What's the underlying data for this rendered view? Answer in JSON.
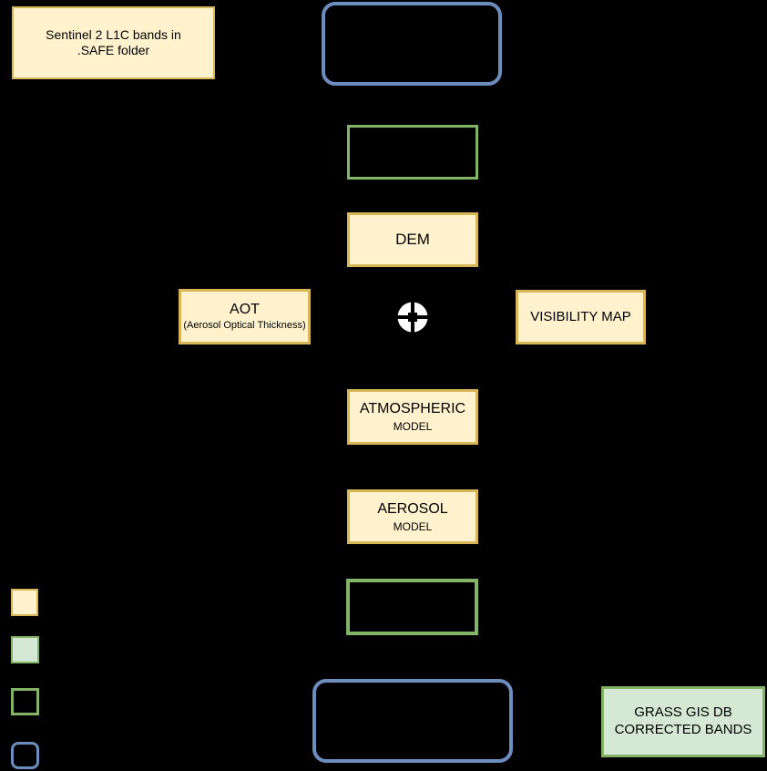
{
  "colors": {
    "background": "#000000",
    "yellow_fill": "#FFF2CC",
    "yellow_stroke": "#D6B656",
    "green_fill": "#D5E8D4",
    "green_stroke": "#82B366",
    "blue_stroke": "#6C8EBF",
    "text": "#000000",
    "cursor_icon": "#FFFFFF"
  },
  "nodes": {
    "sentinel": {
      "lines": [
        "Sentinel 2 L1C bands in",
        ".SAFE folder"
      ]
    },
    "dem": {
      "label": "DEM"
    },
    "aot": {
      "title": "AOT",
      "subtitle": "(Aerosol Optical Thickness)"
    },
    "visibility": {
      "label": "VISIBILITY MAP"
    },
    "atmospheric": {
      "title": "ATMOSPHERIC",
      "subtitle": "MODEL"
    },
    "aerosol": {
      "title": "AEROSOL",
      "subtitle": "MODEL"
    },
    "grass": {
      "lines": [
        "GRASS GIS DB",
        "CORRECTED BANDS"
      ]
    }
  },
  "icons": {
    "crosshair": "crosshair-target-cursor"
  },
  "legend": {
    "swatches": [
      {
        "style": "yellow-filled-box"
      },
      {
        "style": "green-filled-box"
      },
      {
        "style": "green-outline-box"
      },
      {
        "style": "blue-outline-rounded-box"
      }
    ]
  }
}
